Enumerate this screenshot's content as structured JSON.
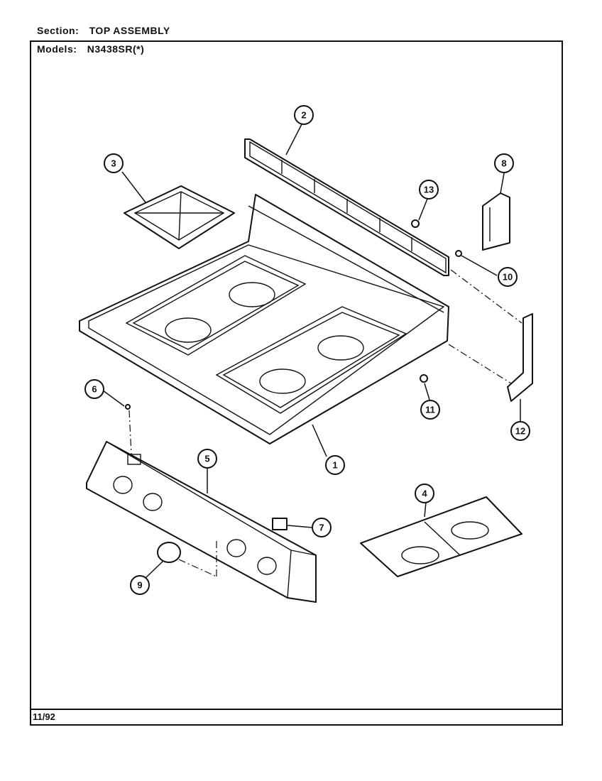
{
  "header": {
    "section_label": "Section:",
    "section_value": "TOP ASSEMBLY",
    "models_label": "Models:",
    "models_value": "N3438SR(*)"
  },
  "footer": {
    "date": "11/92"
  },
  "callouts": [
    {
      "id": "1",
      "name": "main-top"
    },
    {
      "id": "2",
      "name": "backguard-trim"
    },
    {
      "id": "3",
      "name": "burner-grate"
    },
    {
      "id": "4",
      "name": "burner-box-insert"
    },
    {
      "id": "5",
      "name": "control-panel"
    },
    {
      "id": "6",
      "name": "screw"
    },
    {
      "id": "7",
      "name": "switch"
    },
    {
      "id": "8",
      "name": "bracket"
    },
    {
      "id": "9",
      "name": "knob"
    },
    {
      "id": "10",
      "name": "screw"
    },
    {
      "id": "11",
      "name": "clip"
    },
    {
      "id": "12",
      "name": "side-trim"
    },
    {
      "id": "13",
      "name": "screw"
    }
  ]
}
